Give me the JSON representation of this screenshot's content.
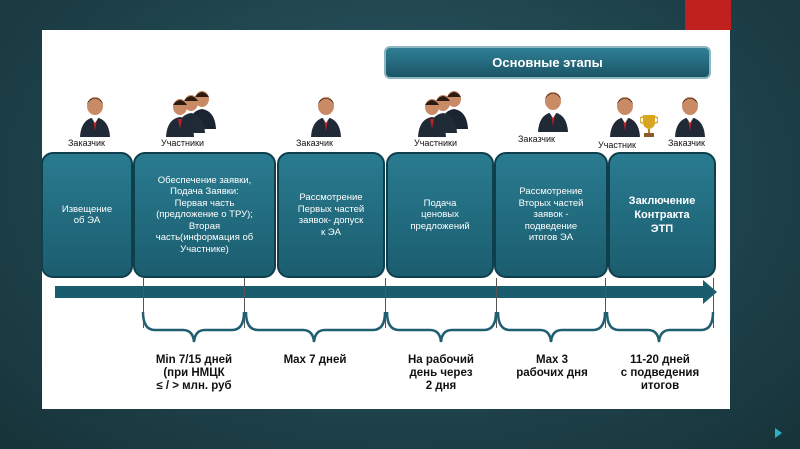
{
  "banner": {
    "title": "Основные этапы"
  },
  "roles": [
    {
      "label": "Заказчик"
    },
    {
      "label": "Участники"
    },
    {
      "label": "Заказчик"
    },
    {
      "label": "Участники"
    },
    {
      "label": "Заказчик"
    },
    {
      "label": "Участник"
    },
    {
      "label": "Заказчик"
    }
  ],
  "stages": [
    {
      "lines": [
        "Извещение",
        "об ЭА"
      ]
    },
    {
      "lines": [
        "Обеспечение заявки,",
        "Подача Заявки:",
        "Первая часть",
        "(предложение  о ТРУ);",
        "Вторая",
        "часть(информация об",
        "Участнике)"
      ]
    },
    {
      "lines": [
        "Рассмотрение",
        "Первых частей",
        "заявок- допуск",
        "к ЭА"
      ]
    },
    {
      "lines": [
        "Подача",
        "ценовых",
        "предложений"
      ]
    },
    {
      "lines": [
        "Рассмотрение",
        "Вторых частей",
        "заявок -",
        "подведение",
        "итогов ЭА"
      ]
    },
    {
      "lines": [
        "Заключение",
        "Контракта",
        "ЭТП"
      ]
    }
  ],
  "durations": [
    "Min 7/15 дней\n(при НМЦК\n≤ / >  млн. руб",
    "Max 7 дней",
    "На рабочий\nдень через\n2 дня",
    "Max 3\nрабочих дня",
    "11-20 дней\nс подведения\nитогов"
  ],
  "colors": {
    "stage_fill": "#226e82",
    "arrow": "#1a5d6e",
    "banner": "#236b7e",
    "accent_red": "#c0201e",
    "background": "#234a53"
  }
}
